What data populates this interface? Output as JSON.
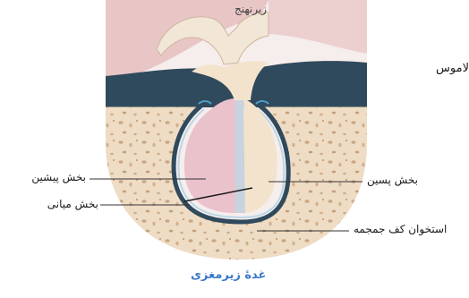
{
  "labels": {
    "top": "زیرنهنج",
    "right_top": "لاموس",
    "anterior": "بخش پیشین",
    "middle": "بخش میانی",
    "posterior": "بخش پسین",
    "bone": "استخوان کف جمجمه",
    "caption": "غدهٔ زیرمغزی"
  },
  "colors": {
    "caption": "#3a78c8",
    "bone": "#efdcc4",
    "bone_dots": "#c9a783",
    "dura": "#2f4a5c",
    "anterior_lobe": "#e9c2cb",
    "posterior_lobe": "#f3e3cc",
    "brain_pink": "#e8c6c6"
  }
}
